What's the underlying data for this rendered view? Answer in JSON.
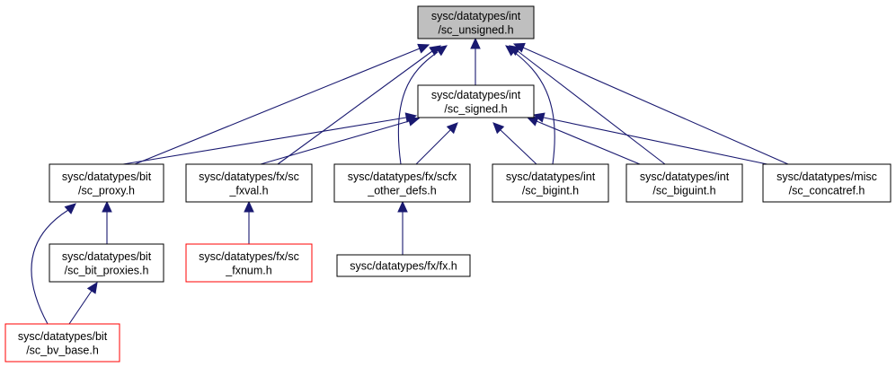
{
  "graph": {
    "nodes": [
      {
        "id": "sc_unsigned",
        "line1": "sysc/datatypes/int",
        "line2": "/sc_unsigned.h",
        "style": "root"
      },
      {
        "id": "sc_signed",
        "line1": "sysc/datatypes/int",
        "line2": "/sc_signed.h",
        "style": "normal"
      },
      {
        "id": "sc_proxy",
        "line1": "sysc/datatypes/bit",
        "line2": "/sc_proxy.h",
        "style": "normal"
      },
      {
        "id": "sc_fxval",
        "line1": "sysc/datatypes/fx/sc",
        "line2": "_fxval.h",
        "style": "normal"
      },
      {
        "id": "scfx_other_defs",
        "line1": "sysc/datatypes/fx/scfx",
        "line2": "_other_defs.h",
        "style": "normal"
      },
      {
        "id": "sc_bigint",
        "line1": "sysc/datatypes/int",
        "line2": "/sc_bigint.h",
        "style": "normal"
      },
      {
        "id": "sc_biguint",
        "line1": "sysc/datatypes/int",
        "line2": "/sc_biguint.h",
        "style": "normal"
      },
      {
        "id": "sc_concatref",
        "line1": "sysc/datatypes/misc",
        "line2": "/sc_concatref.h",
        "style": "normal"
      },
      {
        "id": "sc_bit_proxies",
        "line1": "sysc/datatypes/bit",
        "line2": "/sc_bit_proxies.h",
        "style": "normal"
      },
      {
        "id": "sc_fxnum",
        "line1": "sysc/datatypes/fx/sc",
        "line2": "_fxnum.h",
        "style": "red"
      },
      {
        "id": "fx",
        "line1": "sysc/datatypes/fx/fx.h",
        "line2": "",
        "style": "normal"
      },
      {
        "id": "sc_bv_base",
        "line1": "sysc/datatypes/bit",
        "line2": "/sc_bv_base.h",
        "style": "red"
      }
    ],
    "edges": [
      {
        "from": "sc_signed",
        "to": "sc_unsigned"
      },
      {
        "from": "sc_proxy",
        "to": "sc_unsigned"
      },
      {
        "from": "sc_fxval",
        "to": "sc_unsigned"
      },
      {
        "from": "scfx_other_defs",
        "to": "sc_unsigned"
      },
      {
        "from": "sc_bigint",
        "to": "sc_unsigned"
      },
      {
        "from": "sc_biguint",
        "to": "sc_unsigned"
      },
      {
        "from": "sc_concatref",
        "to": "sc_unsigned"
      },
      {
        "from": "sc_proxy",
        "to": "sc_signed"
      },
      {
        "from": "sc_fxval",
        "to": "sc_signed"
      },
      {
        "from": "scfx_other_defs",
        "to": "sc_signed"
      },
      {
        "from": "sc_bigint",
        "to": "sc_signed"
      },
      {
        "from": "sc_biguint",
        "to": "sc_signed"
      },
      {
        "from": "sc_concatref",
        "to": "sc_signed"
      },
      {
        "from": "sc_bit_proxies",
        "to": "sc_proxy"
      },
      {
        "from": "sc_bv_base",
        "to": "sc_proxy"
      },
      {
        "from": "sc_fxnum",
        "to": "sc_fxval"
      },
      {
        "from": "fx",
        "to": "scfx_other_defs"
      },
      {
        "from": "sc_bv_base",
        "to": "sc_bit_proxies"
      }
    ]
  },
  "colors": {
    "edge": "#191970",
    "root_fill": "#bfbfbf",
    "node_border": "#000000",
    "red_border": "#ff0000"
  }
}
